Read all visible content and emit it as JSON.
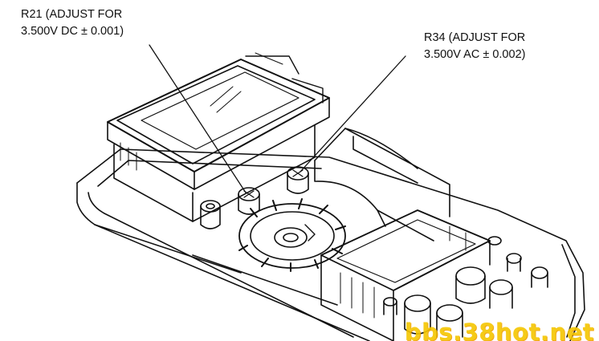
{
  "callouts": [
    {
      "id": "r21",
      "line1": "R21 (ADJUST FOR",
      "line2": "3.500V DC ± 0.001)"
    },
    {
      "id": "r34",
      "line1": "R34 (ADJUST FOR",
      "line2": "3.500V AC ± 0.002)"
    }
  ],
  "watermark": "bbs.38hot.net",
  "colors": {
    "ink": "#111111",
    "watermark": "#f5c600"
  }
}
